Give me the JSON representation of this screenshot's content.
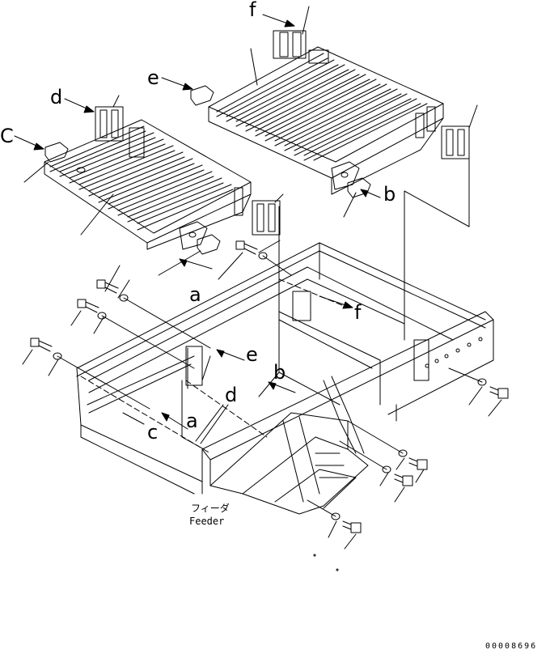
{
  "callouts": {
    "f_top": "f",
    "e_top": "e",
    "d_top": "d",
    "c_top": "C",
    "b_top": "b",
    "a_mid": "a",
    "f_mid": "f",
    "e_mid": "e",
    "b_mid": "b",
    "d_low": "d",
    "a_low": "a",
    "c_low": "c"
  },
  "caption": {
    "japanese": "フィーダ",
    "english": "Feeder"
  },
  "drawing_number": "00008696"
}
